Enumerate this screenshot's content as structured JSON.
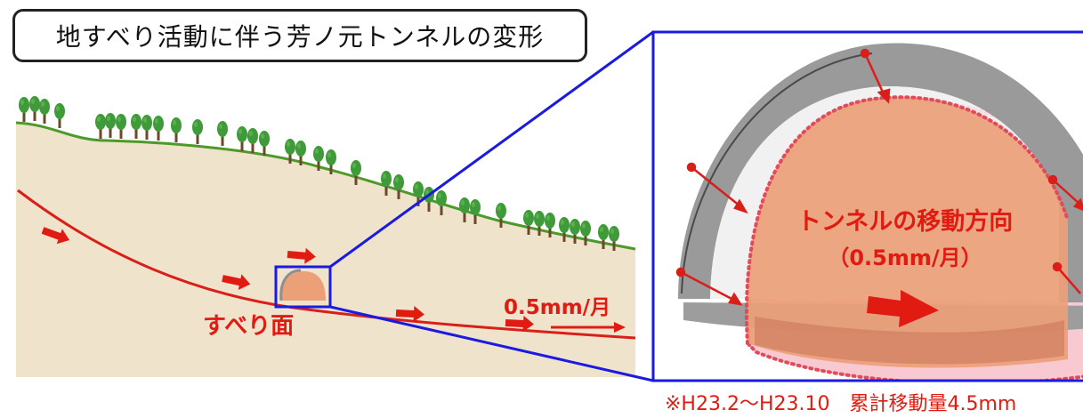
{
  "title": "地すべり活動に伴う芳ノ元トンネルの変形",
  "labels": {
    "slip_surface": "すべり面",
    "slip_rate": "0.5mm/月",
    "tunnel_direction": "トンネルの移動方向",
    "tunnel_rate": "（0.5mm/月）"
  },
  "footnote": "※H23.2～H23.10　累計移動量4.5mm",
  "colors": {
    "ground": "#f0e3cc",
    "grass": "#4c9a2a",
    "tree": "#3f9a3a",
    "slip": "#d81f1a",
    "frame": "#1a1ae0",
    "tunnel_orange": "#eba077",
    "tunnel_pink": "#f7b7c2",
    "lining_gray": "#9a9a9a"
  },
  "icons": [
    "tree-icon",
    "arrow-icon"
  ]
}
